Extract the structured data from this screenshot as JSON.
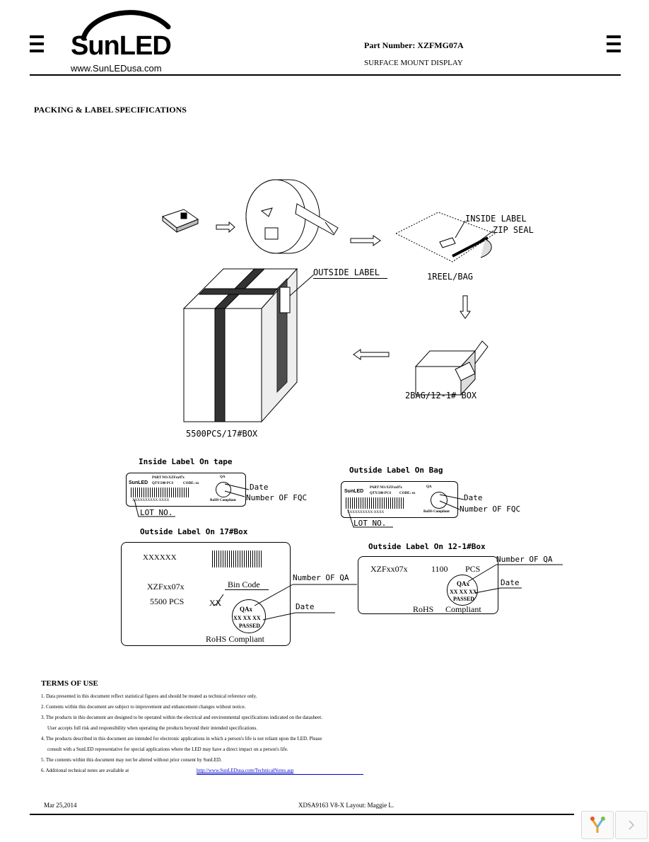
{
  "header": {
    "logo_text": "SunLED",
    "logo_url": "www.SunLEDusa.com",
    "part_number": "Part Number: XZFMG07A",
    "subtitle": "SURFACE MOUNT DISPLAY"
  },
  "section_title": "PACKING & LABEL SPECIFICATIONS",
  "diagram": {
    "inside_label": "INSIDE LABEL",
    "zip_seal": "ZIP SEAL",
    "reel_bag": "1REEL/BAG",
    "outside_label": "OUTSIDE LABEL",
    "bag_box": "2BAG/12-1# BOX",
    "big_box": "5500PCS/17#BOX"
  },
  "labels": {
    "tape": {
      "title": "Inside Label On tape",
      "part": "PART NO:XZFxx07x",
      "qty": "QTY:500 PCS",
      "code": "CODE: xx",
      "brand": "SunLED",
      "qa": "QA",
      "rohs": "RoHS Compliant",
      "lot_code": "XXXXXXXXXX-XXXX",
      "date": "Date",
      "fqc": "Number OF FQC",
      "lot": "LOT NO."
    },
    "bag": {
      "title": "Outside Label On Bag",
      "part": "PART NO:XZFxx07x",
      "qty": "QTY:500 PCS",
      "code": "CODE: xx",
      "brand": "SunLED",
      "qa": "QA",
      "rohs": "RoHS Compliant",
      "lot_code": "XXXXXXXXXX-XXXX",
      "date": "Date",
      "fqc": "Number OF FQC",
      "lot": "LOT NO."
    },
    "box17": {
      "title": "Outside Label On 17#Box",
      "code": "XXXXXX",
      "part": "XZFxx07x",
      "qty": "5500 PCS",
      "bin": "XX",
      "bin_label": "Bin Code",
      "qa_label": "Number OF QA",
      "date_label": "Date",
      "rohs": "RoHS Compliant",
      "stamp_qa": "QAx",
      "stamp_date": "XX XX XX",
      "stamp_passed": "PASSED"
    },
    "box12": {
      "title": "Outside Label On 12-1#Box",
      "part": "XZFxx07x",
      "qty": "1100",
      "pcs": "PCS",
      "qa_label": "Number OF QA",
      "date_label": "Date",
      "rohs": "RoHS",
      "compliant": "Compliant",
      "stamp_qa": "QAx",
      "stamp_date": "XX XX XX",
      "stamp_passed": "PASSED"
    }
  },
  "terms": {
    "title": "TERMS OF USE",
    "lines": [
      "1. Data presented in this document reflect statistical figures and should be treated as technical reference only.",
      "2. Contents within this document are subject to improvement and enhancement changes without notice.",
      "3. The products in this document are designed to be operated within the electrical and environmental specifications indicated on the datasheet.",
      "User accepts full risk and responsibility when operating the products beyond their intended specifications.",
      "4. The products described in this document are intended for electronic applications in which a person's life is not reliant upon the LED. Please",
      "consult with a SunLED representative for special applications where the LED may have a direct impact on a person's life.",
      "5. The contents within this document may not be altered without prior consent by SunLED.",
      "6. Additional technical notes are available at"
    ],
    "link": "http://www.SunLEDusa.com/TechnicalNotes.asp"
  },
  "footer": {
    "date": "Mar 25,2014",
    "doc": "XDSA9163   V8-X   Layout: Maggie L."
  },
  "colors": {
    "ink": "#000000",
    "link": "#0000cc"
  }
}
